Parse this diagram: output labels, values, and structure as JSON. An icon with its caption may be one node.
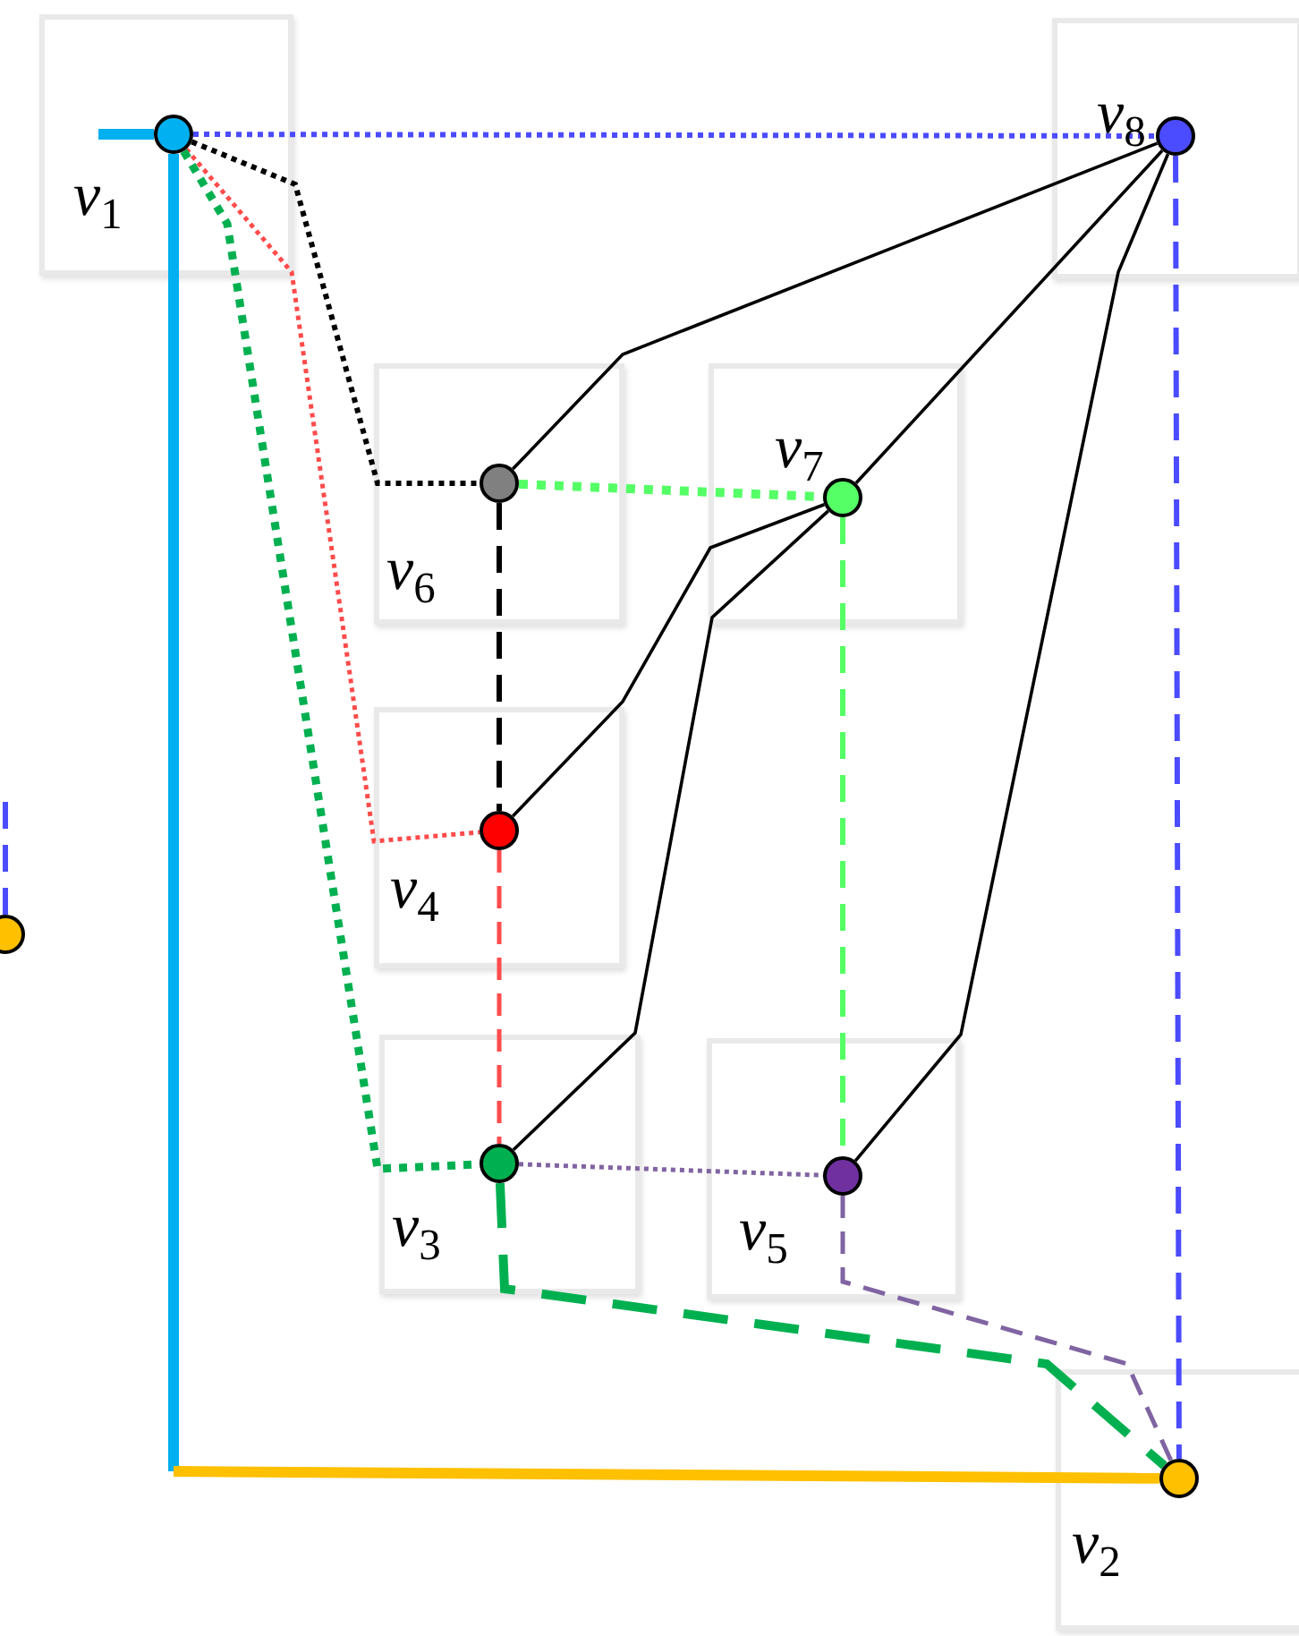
{
  "diagram": {
    "nodes": [
      {
        "text": [
          "*v*$_{1}$"
        ]
      },
      {
        "text": [],
        "shape": "circle",
        "in": 0
      },
      {
        "text": [
          "*v*$_{8}$"
        ]
      },
      {
        "text": [],
        "shape": "circle",
        "in": 2
      },
      {
        "text": [
          "*v*$_{6}$"
        ]
      },
      {
        "text": [],
        "shape": "circle",
        "in": 4
      },
      {
        "text": [
          "*v*$_{7}$"
        ]
      },
      {
        "text": [],
        "shape": "circle",
        "in": 6
      },
      {
        "text": [
          "*v*$_{4}$"
        ]
      },
      {
        "text": [],
        "shape": "circle",
        "in": 8
      },
      {
        "text": [
          "*v*$_{3}$"
        ]
      },
      {
        "text": [],
        "shape": "circle",
        "in": 10
      },
      {
        "text": [
          "*v*$_{5}$"
        ]
      },
      {
        "text": [],
        "shape": "circle",
        "in": 12
      },
      {
        "text": [
          "*v*$_{2}$"
        ]
      },
      {
        "text": [],
        "shape": "circle",
        "in": 14
      },
      {
        "text": [],
        "shape": "circle"
      }
    ],
    "edges": [
      {
        "from": 1,
        "to": 3,
        "arrow": "none",
        "style": "dashed",
        "color": "#4b4bff"
      },
      {
        "from": null,
        "to": 1,
        "arrow": "none",
        "style": "thick",
        "color": "#00b0f0"
      },
      {
        "from": 1,
        "to": null,
        "arrow": "none",
        "style": "thick",
        "color": "#00b0f0"
      },
      {
        "from": null,
        "to": 15,
        "arrow": "none",
        "style": "thick",
        "color": "#ffc000"
      },
      {
        "from": 1,
        "to": 5,
        "arrow": "none",
        "style": "dashed"
      },
      {
        "from": 1,
        "to": 9,
        "arrow": "none",
        "style": "dashed",
        "color": "#ff4b4b"
      },
      {
        "from": 1,
        "to": 11,
        "arrow": "none",
        "style": "dashed",
        "color": "#00b050"
      },
      {
        "from": 3,
        "to": 5,
        "arrow": "none"
      },
      {
        "from": 3,
        "to": 7,
        "arrow": "none"
      },
      {
        "from": 3,
        "to": 13,
        "arrow": "none"
      },
      {
        "from": 7,
        "to": 9,
        "arrow": "none"
      },
      {
        "from": 7,
        "to": 11,
        "arrow": "none"
      },
      {
        "from": 5,
        "to": 7,
        "arrow": "none",
        "style": "dashed",
        "color": "#55ff66"
      },
      {
        "from": 5,
        "to": 9,
        "arrow": "none",
        "style": "dashed"
      },
      {
        "from": 9,
        "to": 11,
        "arrow": "none",
        "style": "dashed",
        "color": "#ff4b4b"
      },
      {
        "from": 11,
        "to": 13,
        "arrow": "none",
        "style": "dashed",
        "color": "#8064a2"
      },
      {
        "from": 7,
        "to": 13,
        "arrow": "none",
        "style": "dashed",
        "color": "#55ff66"
      },
      {
        "from": 11,
        "to": 15,
        "arrow": "none",
        "style": "dashed",
        "color": "#00b050"
      },
      {
        "from": 13,
        "to": 15,
        "arrow": "none",
        "style": "dashed",
        "color": "#8064a2"
      },
      {
        "from": 3,
        "to": 15,
        "arrow": "none",
        "style": "dashed",
        "color": "#4b4bff"
      },
      {
        "from": 16,
        "to": null,
        "arrow": "none",
        "style": "dashed",
        "color": "#4b4bff"
      }
    ]
  }
}
